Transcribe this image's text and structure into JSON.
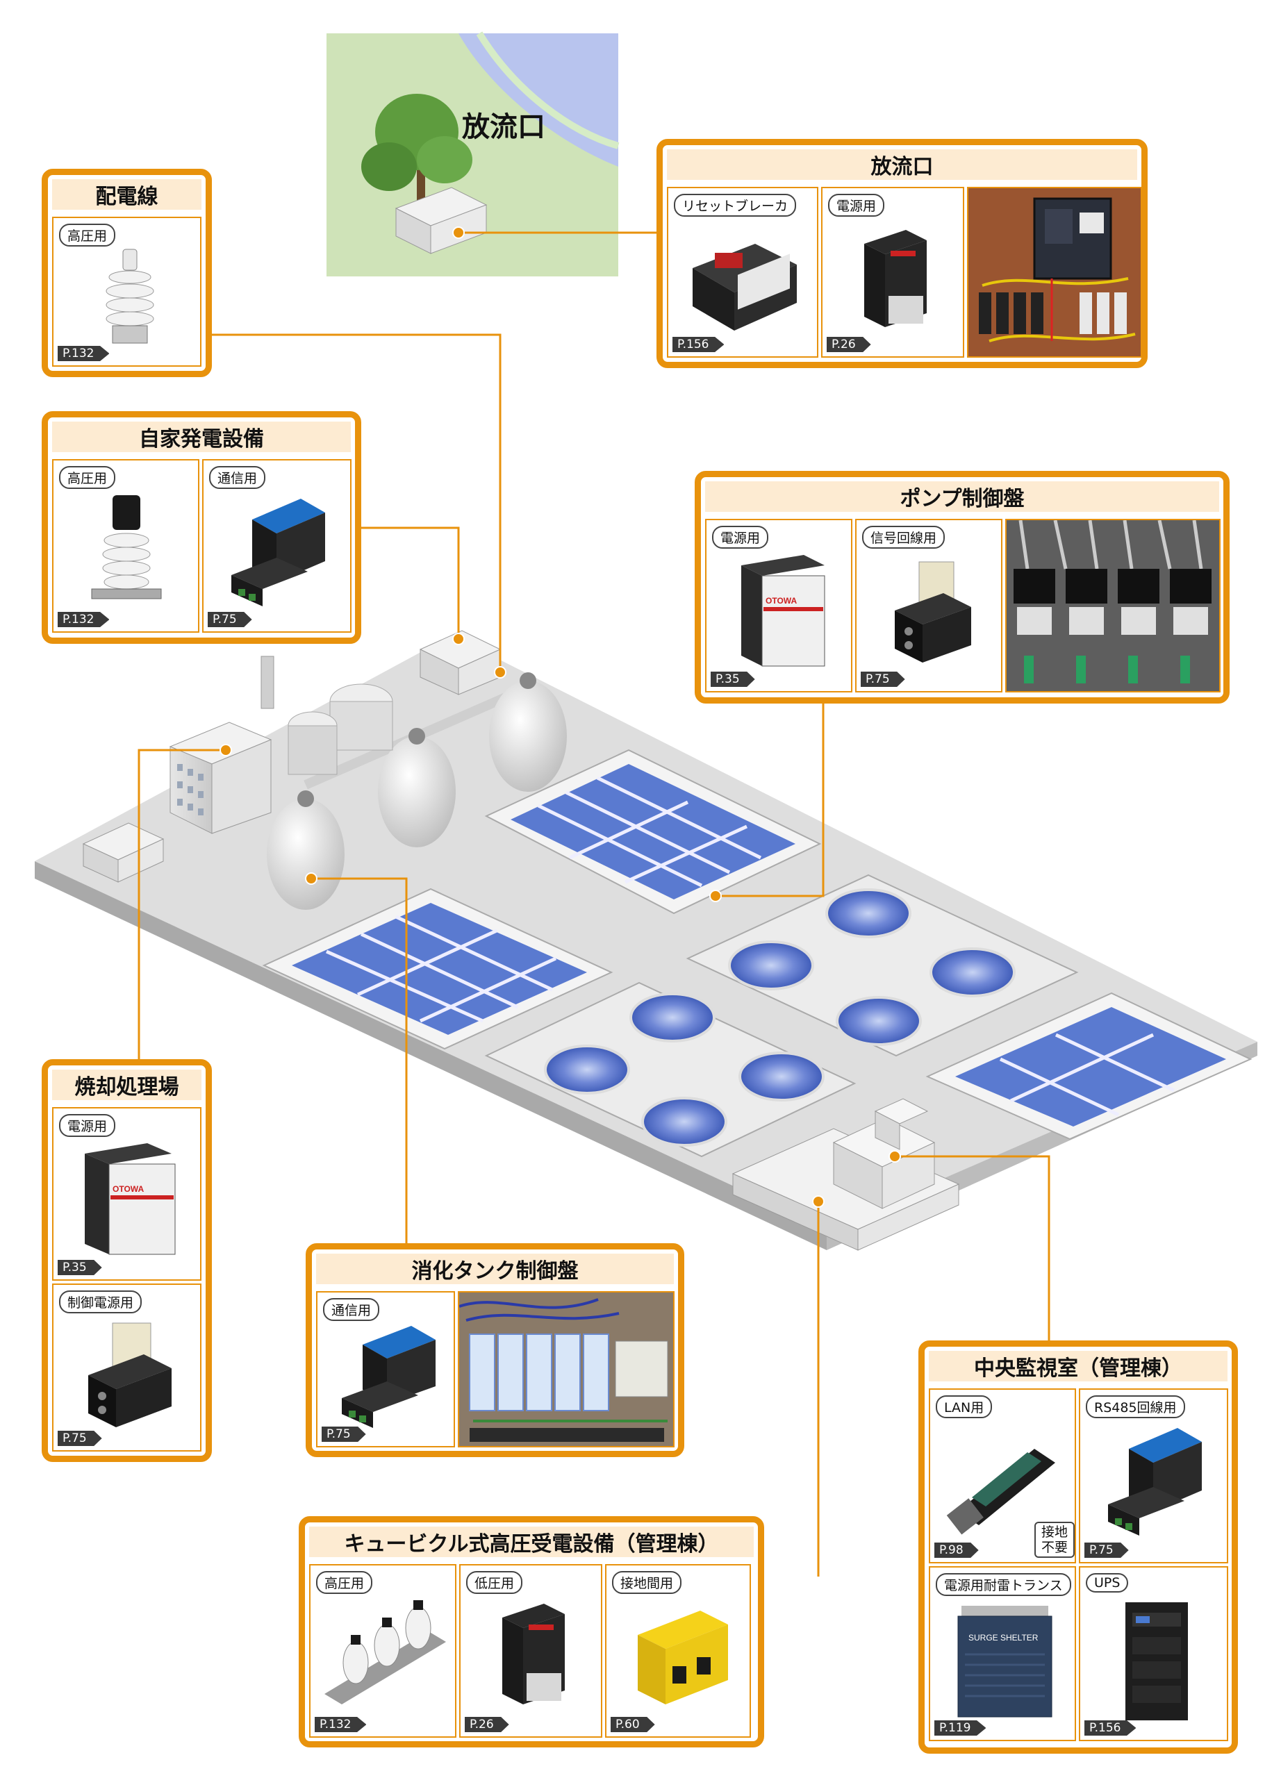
{
  "outfall_scene": {
    "label": "放流口"
  },
  "panels": {
    "outfall": {
      "title": "放流口",
      "cells": [
        {
          "tag": "リセットブレーカ",
          "page": "P.156"
        },
        {
          "tag": "電源用",
          "page": "P.26"
        }
      ]
    },
    "distribution": {
      "title": "配電線",
      "cells": [
        {
          "tag": "高圧用",
          "page": "P.132"
        }
      ]
    },
    "generator": {
      "title": "自家発電設備",
      "cells": [
        {
          "tag": "高圧用",
          "page": "P.132"
        },
        {
          "tag": "通信用",
          "page": "P.75"
        }
      ]
    },
    "pump": {
      "title": "ポンプ制御盤",
      "cells": [
        {
          "tag": "電源用",
          "page": "P.35"
        },
        {
          "tag": "信号回線用",
          "page": "P.75"
        }
      ]
    },
    "incinerator": {
      "title": "焼却処理場",
      "cells": [
        {
          "tag": "電源用",
          "page": "P.35"
        },
        {
          "tag": "制御電源用",
          "page": "P.75"
        }
      ]
    },
    "digestion": {
      "title": "消化タンク制御盤",
      "cells": [
        {
          "tag": "通信用",
          "page": "P.75"
        }
      ]
    },
    "control_room": {
      "title": "中央監視室（管理棟）",
      "cells": [
        {
          "tag": "LAN用",
          "page": "P.98",
          "note": "接地不要"
        },
        {
          "tag": "RS485回線用",
          "page": "P.75"
        },
        {
          "tag": "電源用耐雷トランス",
          "page": "P.119"
        },
        {
          "tag": "UPS",
          "page": "P.156"
        }
      ]
    },
    "cubicle": {
      "title": "キュービクル式高圧受電設備（管理棟）",
      "cells": [
        {
          "tag": "高圧用",
          "page": "P.132"
        },
        {
          "tag": "低圧用",
          "page": "P.26"
        },
        {
          "tag": "接地間用",
          "page": "P.60"
        }
      ]
    }
  },
  "product_labels": {
    "otowa": "OTOWA",
    "surge_shelter": "SURGE SHELTER"
  },
  "colors": {
    "accent": "#e8920c",
    "title_bg": "#fdebd2",
    "water": "#5a7ad0"
  }
}
